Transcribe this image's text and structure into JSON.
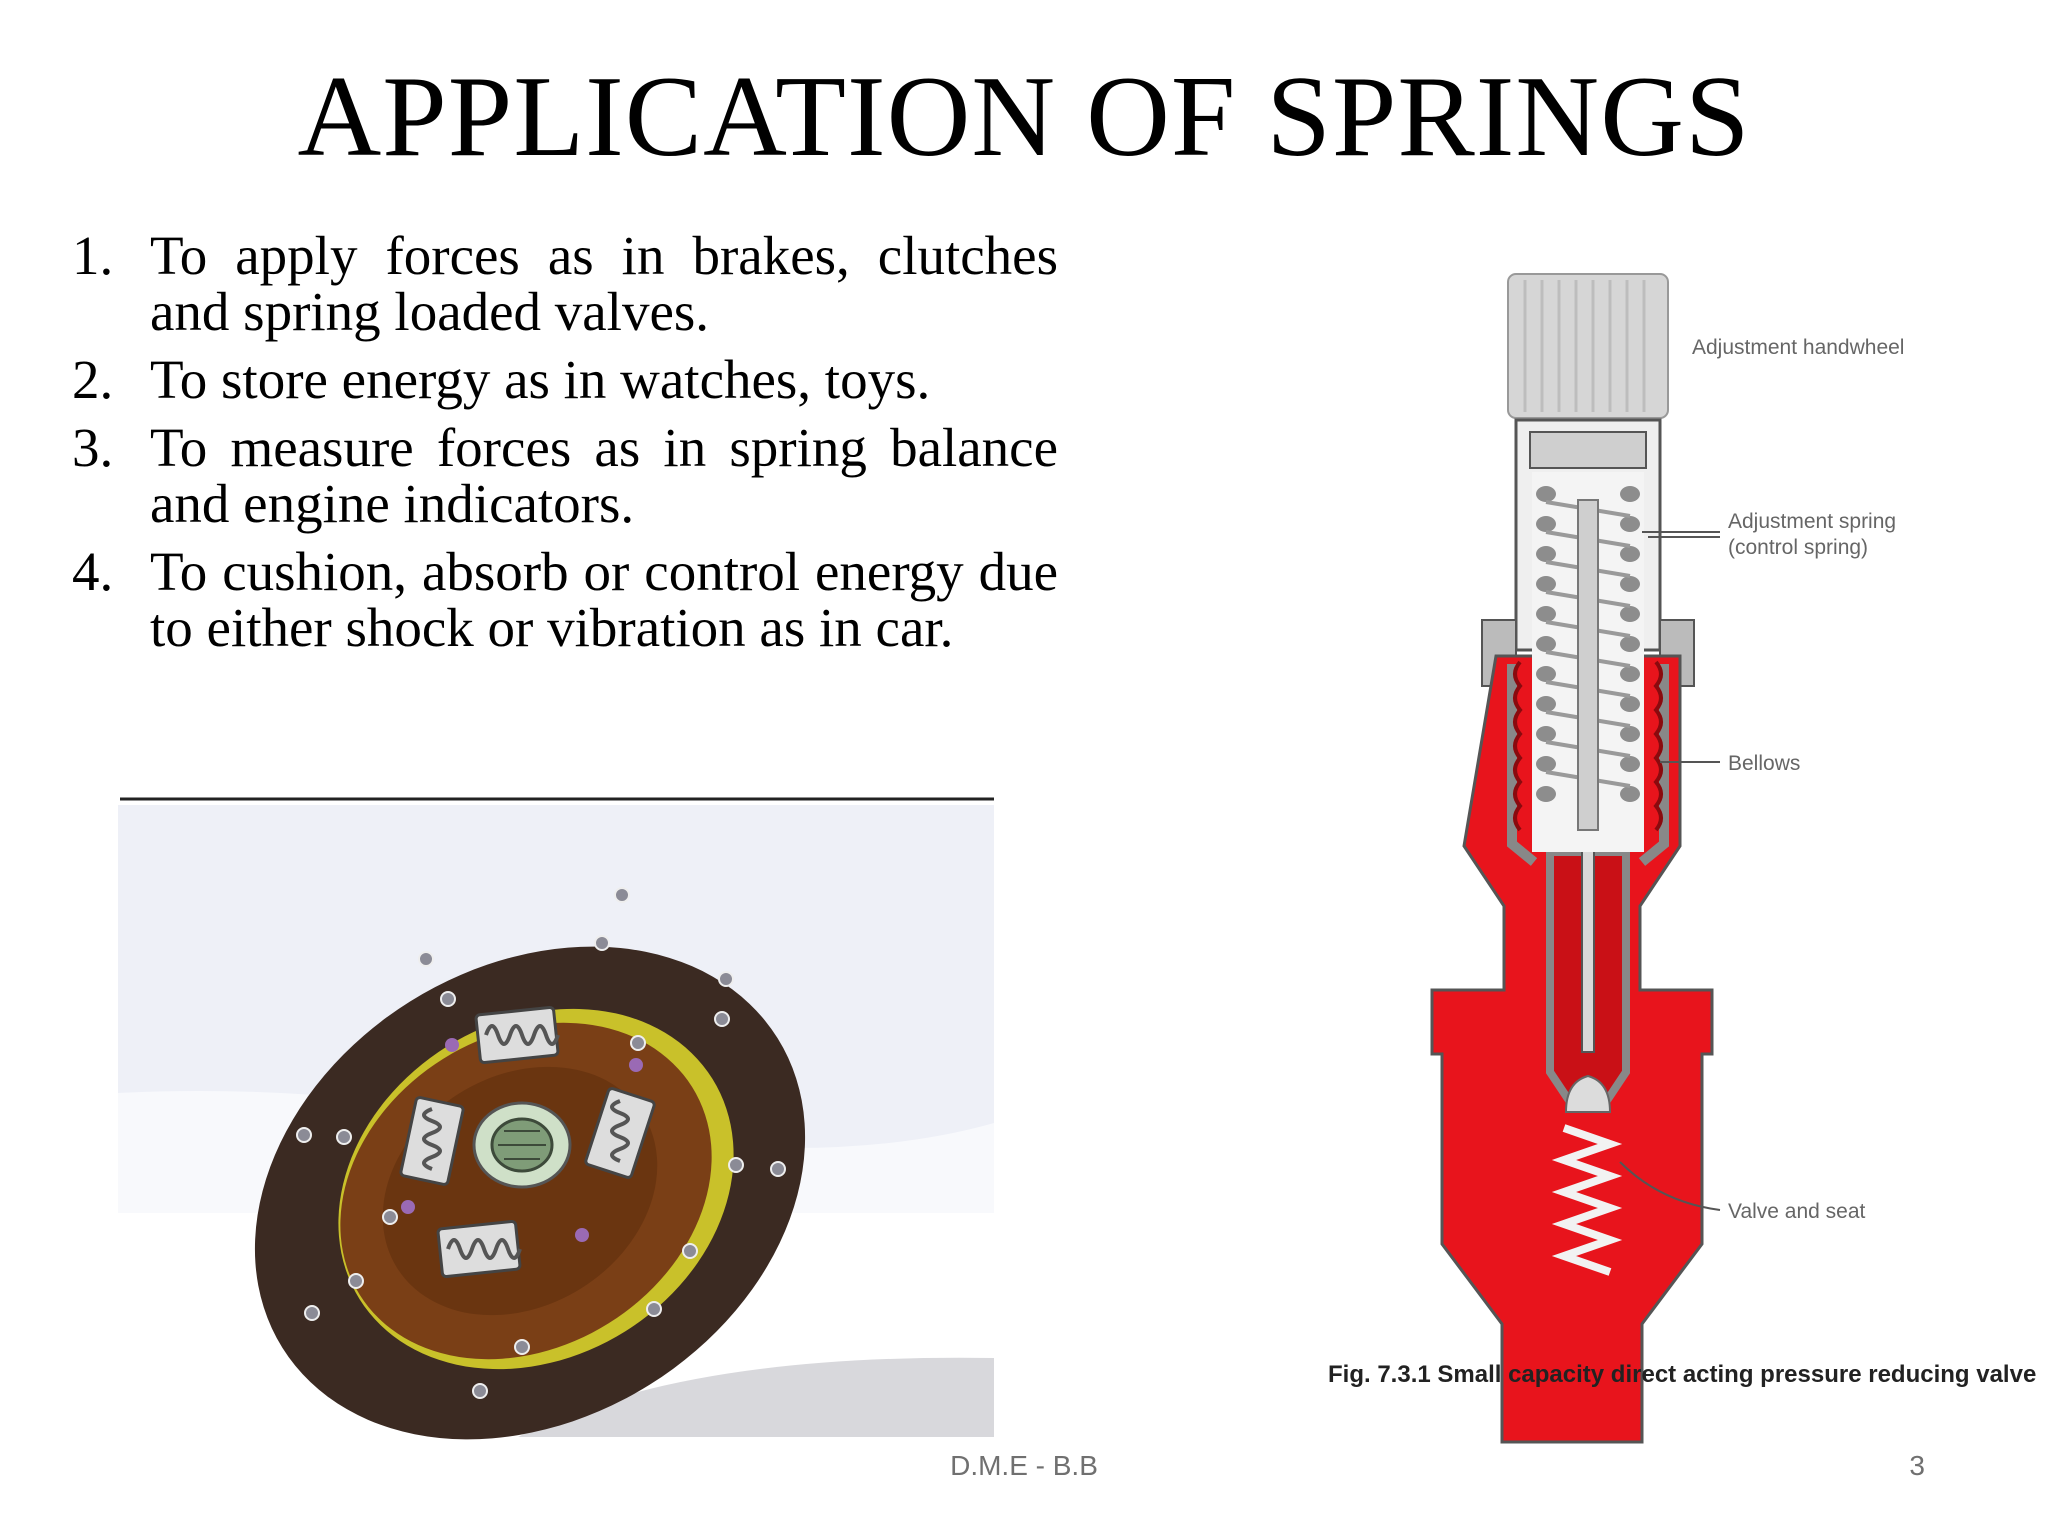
{
  "slide": {
    "title": "APPLICATION OF SPRINGS",
    "items": [
      {
        "number": "1.",
        "text": "To apply forces as in brakes, clutches and spring loaded valves."
      },
      {
        "number": "2.",
        "text": "To store energy as in watches, toys."
      },
      {
        "number": "3.",
        "text": "To measure forces as in spring balance and engine indicators."
      },
      {
        "number": "4.",
        "text": "To cushion, absorb or control energy due to either shock or vibration as in car."
      }
    ]
  },
  "valve_figure": {
    "labels": {
      "handwheel": "Adjustment handwheel",
      "spring_line1": "Adjustment spring",
      "spring_line2": "(control spring)",
      "bellows": "Bellows",
      "valve_seat": "Valve and seat"
    },
    "caption": "Fig. 7.3.1 Small capacity direct acting pressure reducing valve"
  },
  "footer": {
    "center": "D.M.E - B.B",
    "page": "3"
  },
  "colors": {
    "valve_body": "#e8141c",
    "clutch_disc": "#3b2a22",
    "clutch_plate": "#7a3f16",
    "clutch_yellow": "#c9c12a"
  }
}
